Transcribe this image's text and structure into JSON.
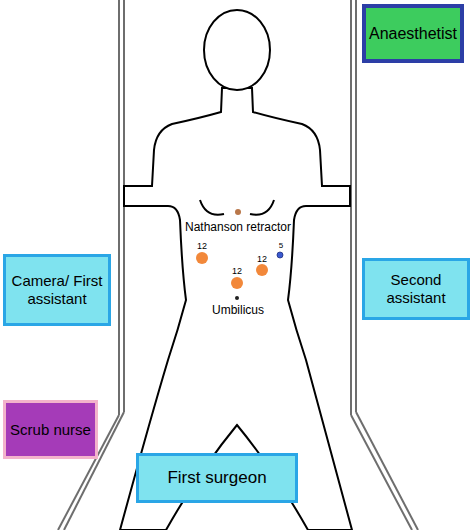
{
  "diagram": {
    "nodes": [
      {
        "text": [
          "Anaesthetist"
        ]
      },
      {
        "text": [
          "Camera/ First assistant"
        ]
      },
      {
        "text": [
          "Second assistant"
        ]
      },
      {
        "text": [
          "Scrub nurse"
        ]
      },
      {
        "text": [
          "First surgeon"
        ]
      }
    ],
    "labels": [
      "Nathanson retractor",
      "12",
      "5",
      "12",
      "12",
      "Umbilicus"
    ]
  }
}
